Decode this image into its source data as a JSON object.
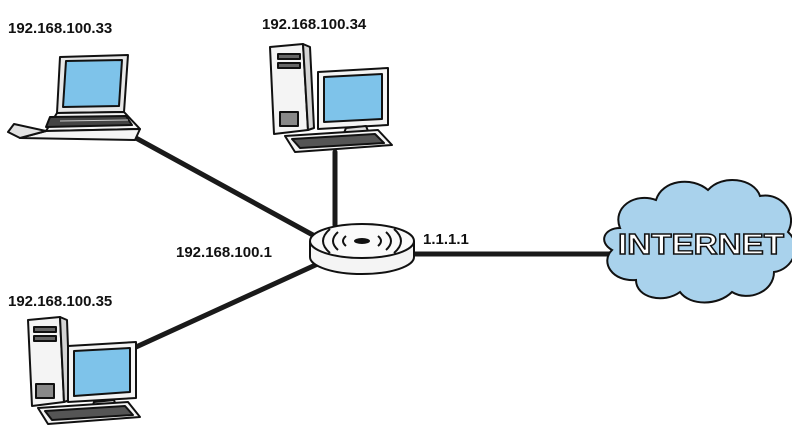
{
  "diagram": {
    "nodes": {
      "laptop": {
        "ip": "192.168.100.33",
        "icon": "laptop-icon"
      },
      "desktop_top": {
        "ip": "192.168.100.34",
        "icon": "desktop-computer-icon"
      },
      "desktop_bottom": {
        "ip": "192.168.100.35",
        "icon": "desktop-computer-icon"
      },
      "router": {
        "lan_ip": "192.168.100.1",
        "wan_ip": "1.1.1.1",
        "icon": "wireless-router-icon"
      },
      "internet": {
        "label": "INTERNET",
        "icon": "cloud-icon"
      }
    },
    "colors": {
      "link": "#1a1a1a",
      "screen": "#7ec3ea",
      "cloud_fill": "#a9d2ec",
      "device_body": "#f4f4f4",
      "outline": "#111111"
    }
  }
}
